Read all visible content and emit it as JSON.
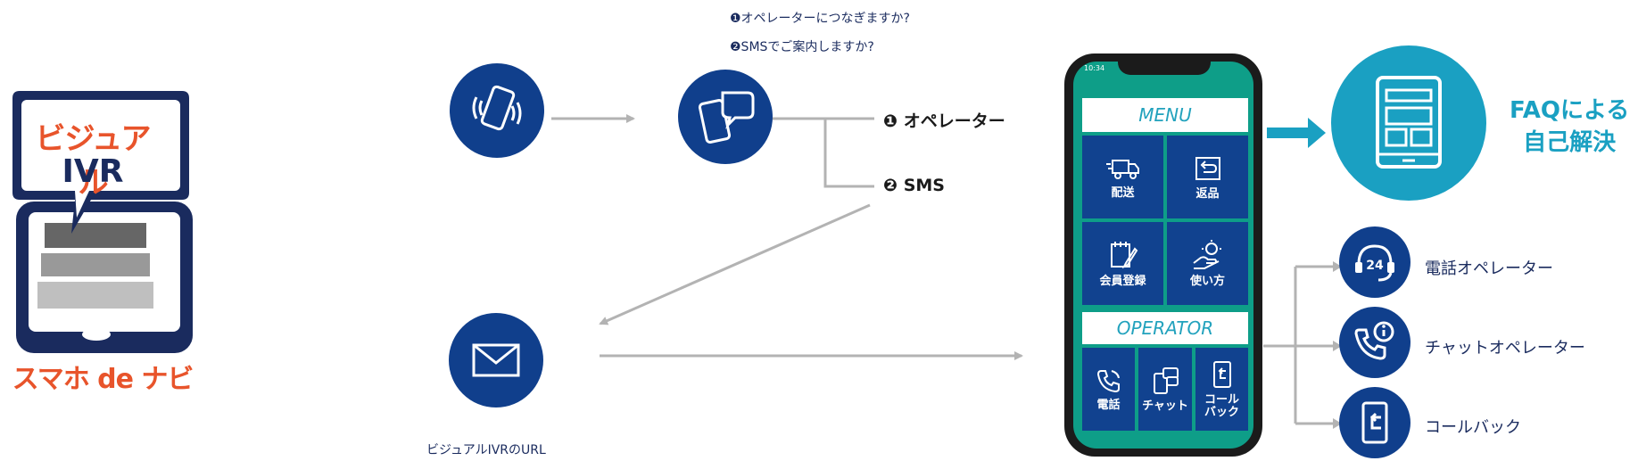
{
  "logo": {
    "title": "ビジュアル",
    "ivr": "IVR",
    "subtitle": "スマホ de ナビ",
    "orange": "#e8542b",
    "navy": "#1a2b5e"
  },
  "flow": {
    "questions": [
      "❶オペレーターにつなぎますか?",
      "❷SMSでご案内しますか?"
    ],
    "options": [
      "❶ オペレーター",
      "❷ SMS"
    ],
    "url_label": "ビジュアルIVRのURL"
  },
  "phone": {
    "status_time": "10:34",
    "menu_label": "MENU",
    "menu_items": [
      "配送",
      "返品",
      "会員登録",
      "使い方"
    ],
    "operator_label": "OPERATOR",
    "operator_items": [
      "電話",
      "チャット",
      "コール\nバック"
    ]
  },
  "faq": {
    "text_line1": "FAQによる",
    "text_line2": "自己解決",
    "color": "#1aa0c2"
  },
  "operator_options": [
    "電話オペレーター",
    "チャットオペレーター",
    "コールバック"
  ],
  "colors": {
    "circle": "#103f8c",
    "phone_screen": "#0e9e88",
    "tile": "#11428f",
    "arrow_gray": "#b3b3b3",
    "arrow_teal": "#1aa0c2"
  },
  "icons": [
    "ringing-phone-icon",
    "phone-chat-icon",
    "envelope-icon",
    "tablet-icon",
    "headset-24-icon",
    "phone-info-icon",
    "phone-callback-icon"
  ]
}
